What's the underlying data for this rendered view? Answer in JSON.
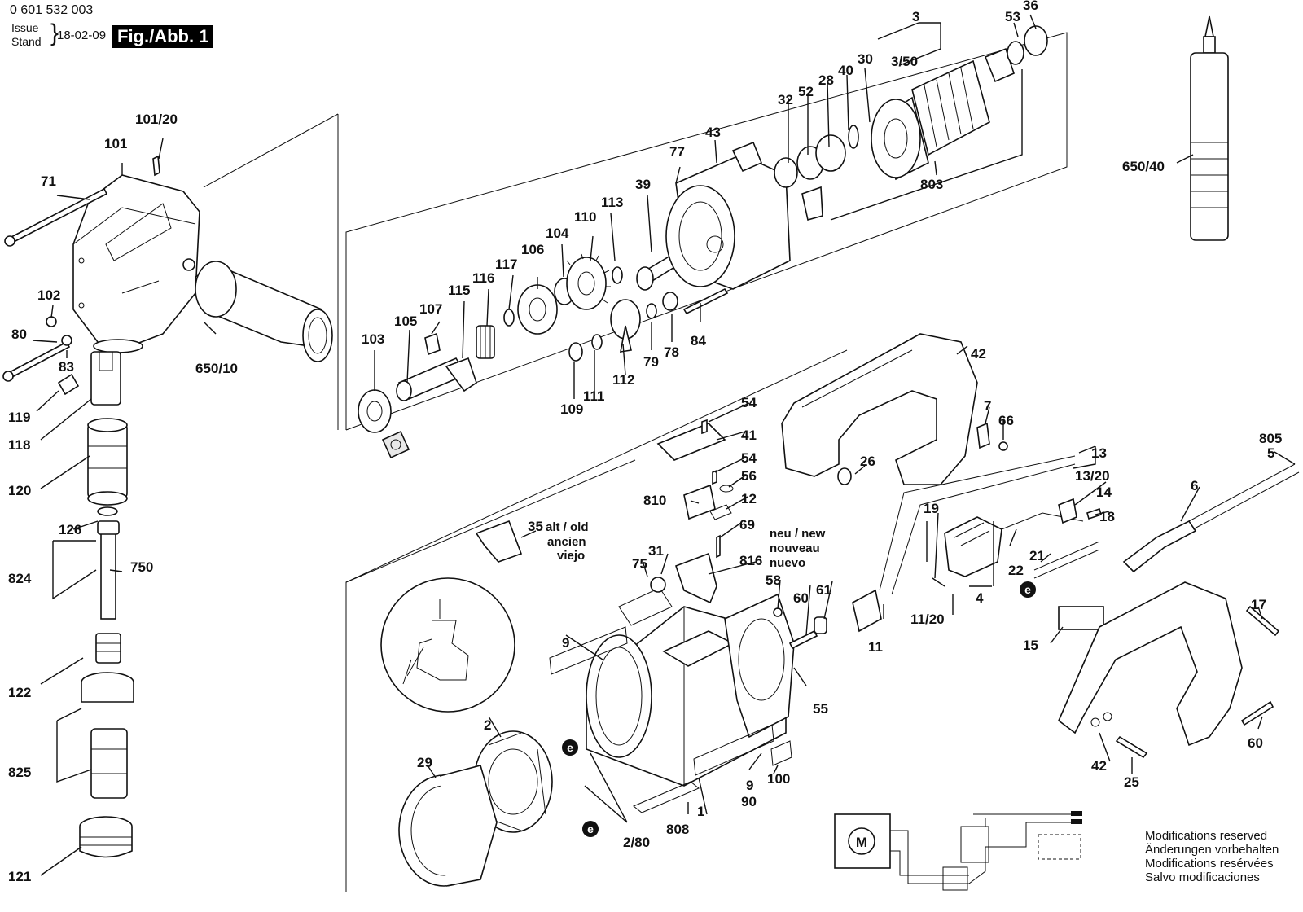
{
  "header": {
    "part_number": "0 601 532 003",
    "issue_label": "Issue",
    "stand_label": "Stand",
    "issue_date": "18-02-09",
    "figure_label": "Fig./Abb. 1"
  },
  "labels": {
    "l3": "3",
    "l3_50": "3/50",
    "l53": "53",
    "l36": "36",
    "l32": "32",
    "l52": "52",
    "l28": "28",
    "l40": "40",
    "l30": "30",
    "l803": "803",
    "l43": "43",
    "l77": "77",
    "l39": "39",
    "l113": "113",
    "l110": "110",
    "l104": "104",
    "l106": "106",
    "l117": "117",
    "l116": "116",
    "l115": "115",
    "l107": "107",
    "l105": "105",
    "l103": "103",
    "l109": "109",
    "l111": "111",
    "l112": "112",
    "l79": "79",
    "l78": "78",
    "l84": "84",
    "l650_40": "650/40",
    "l101_20": "101/20",
    "l101": "101",
    "l71": "71",
    "l102": "102",
    "l80": "80",
    "l83": "83",
    "l650_10": "650/10",
    "l119": "119",
    "l118": "118",
    "l120": "120",
    "l126": "126",
    "l824": "824",
    "l750": "750",
    "l122": "122",
    "l825": "825",
    "l121": "121",
    "l42a": "42",
    "l7": "7",
    "l66": "66",
    "l26": "26",
    "l54a": "54",
    "l41": "41",
    "l54b": "54",
    "l56": "56",
    "l810": "810",
    "l12": "12",
    "l69": "69",
    "l35": "35",
    "l_alt_old": "alt / old",
    "l_ancien": "ancien",
    "l_viejo": "viejo",
    "l_neu_new": "neu / new",
    "l_nouveau": "nouveau",
    "l_nuevo": "nuevo",
    "l75": "75",
    "l31": "31",
    "l816": "816",
    "l58": "58",
    "l60a": "60",
    "l61": "61",
    "l13": "13",
    "l13_20": "13/20",
    "l14": "14",
    "l18": "18",
    "l19": "19",
    "l22": "22",
    "l21": "21",
    "l4": "4",
    "l11_20": "11/20",
    "l11": "11",
    "l805": "805",
    "l5": "5",
    "l6": "6",
    "l9a": "9",
    "l55": "55",
    "l2": "2",
    "l29": "29",
    "l2_80": "2/80",
    "l808": "808",
    "l1": "1",
    "l9b": "9",
    "l90": "90",
    "l100": "100",
    "l15": "15",
    "l17": "17",
    "l42b": "42",
    "l25": "25",
    "l60b": "60",
    "e1": "e",
    "e2": "e",
    "e3": "e",
    "motor_M": "M"
  },
  "modifications": {
    "line1": "Modifications reserved",
    "line2": "Änderungen vorbehalten",
    "line3": "Modifications resérvées",
    "line4": "Salvo modificaciones"
  }
}
